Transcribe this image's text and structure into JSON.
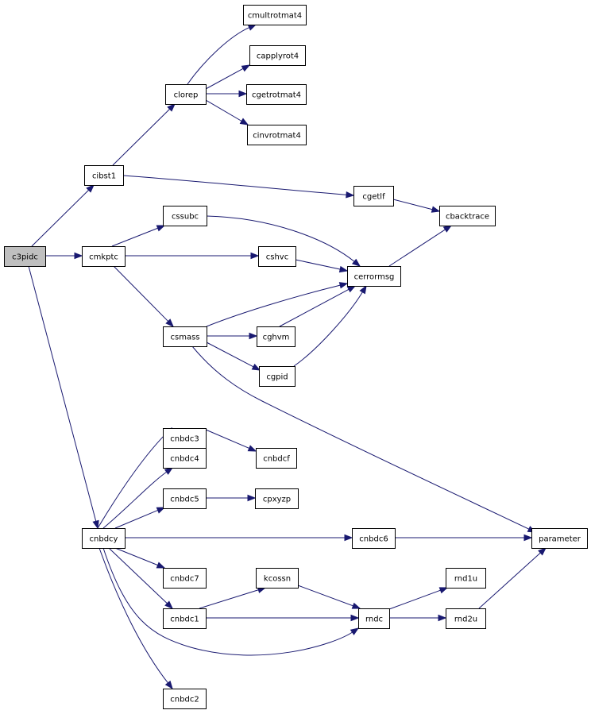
{
  "colors": {
    "edge": "#191970",
    "root_fill": "#bfbfbf",
    "node_fill": "#ffffff",
    "border": "#000000"
  },
  "nodes": [
    {
      "id": "c3pidc",
      "label": "c3pidc",
      "highlight": true
    },
    {
      "id": "cibst1",
      "label": "cibst1"
    },
    {
      "id": "clorep",
      "label": "clorep"
    },
    {
      "id": "cmultrotmat4",
      "label": "cmultrotmat4"
    },
    {
      "id": "capplyrot4",
      "label": "capplyrot4"
    },
    {
      "id": "cgetrotmat4",
      "label": "cgetrotmat4"
    },
    {
      "id": "cinvrotmat4",
      "label": "cinvrotmat4"
    },
    {
      "id": "cgetlf",
      "label": "cgetlf"
    },
    {
      "id": "cbacktrace",
      "label": "cbacktrace"
    },
    {
      "id": "cssubc",
      "label": "cssubc"
    },
    {
      "id": "cmkptc",
      "label": "cmkptc"
    },
    {
      "id": "cshvc",
      "label": "cshvc"
    },
    {
      "id": "cerrormsg",
      "label": "cerrormsg"
    },
    {
      "id": "csmass",
      "label": "csmass"
    },
    {
      "id": "cghvm",
      "label": "cghvm"
    },
    {
      "id": "cgpid",
      "label": "cgpid"
    },
    {
      "id": "cnbdc3",
      "label": "cnbdc3"
    },
    {
      "id": "cnbdcf",
      "label": "cnbdcf"
    },
    {
      "id": "cnbdc4",
      "label": "cnbdc4"
    },
    {
      "id": "cnbdc5",
      "label": "cnbdc5"
    },
    {
      "id": "cpxyzp",
      "label": "cpxyzp"
    },
    {
      "id": "cnbdcy",
      "label": "cnbdcy"
    },
    {
      "id": "cnbdc6",
      "label": "cnbdc6"
    },
    {
      "id": "parameter",
      "label": "parameter"
    },
    {
      "id": "cnbdc7",
      "label": "cnbdc7"
    },
    {
      "id": "kcossn",
      "label": "kcossn"
    },
    {
      "id": "rnd1u",
      "label": "rnd1u"
    },
    {
      "id": "cnbdc1",
      "label": "cnbdc1"
    },
    {
      "id": "rndc",
      "label": "rndc"
    },
    {
      "id": "rnd2u",
      "label": "rnd2u"
    },
    {
      "id": "cnbdc2",
      "label": "cnbdc2"
    }
  ],
  "edges": [
    {
      "from": "c3pidc",
      "to": "cibst1"
    },
    {
      "from": "c3pidc",
      "to": "cmkptc"
    },
    {
      "from": "c3pidc",
      "to": "cnbdcy"
    },
    {
      "from": "cibst1",
      "to": "clorep"
    },
    {
      "from": "cibst1",
      "to": "cgetlf"
    },
    {
      "from": "clorep",
      "to": "cmultrotmat4"
    },
    {
      "from": "clorep",
      "to": "capplyrot4"
    },
    {
      "from": "clorep",
      "to": "cgetrotmat4"
    },
    {
      "from": "clorep",
      "to": "cinvrotmat4"
    },
    {
      "from": "cgetlf",
      "to": "cbacktrace"
    },
    {
      "from": "cerrormsg",
      "to": "cbacktrace"
    },
    {
      "from": "cmkptc",
      "to": "cssubc"
    },
    {
      "from": "cmkptc",
      "to": "cshvc"
    },
    {
      "from": "cmkptc",
      "to": "csmass"
    },
    {
      "from": "cssubc",
      "to": "cerrormsg"
    },
    {
      "from": "cshvc",
      "to": "cerrormsg"
    },
    {
      "from": "csmass",
      "to": "cerrormsg"
    },
    {
      "from": "csmass",
      "to": "cghvm"
    },
    {
      "from": "csmass",
      "to": "cgpid"
    },
    {
      "from": "csmass",
      "to": "parameter"
    },
    {
      "from": "cghvm",
      "to": "cerrormsg"
    },
    {
      "from": "cgpid",
      "to": "cerrormsg"
    },
    {
      "from": "cnbdcy",
      "to": "cnbdc3"
    },
    {
      "from": "cnbdcy",
      "to": "cnbdc4"
    },
    {
      "from": "cnbdcy",
      "to": "cnbdc5"
    },
    {
      "from": "cnbdcy",
      "to": "cnbdc6"
    },
    {
      "from": "cnbdcy",
      "to": "cnbdc7"
    },
    {
      "from": "cnbdcy",
      "to": "cnbdc1"
    },
    {
      "from": "cnbdcy",
      "to": "rndc"
    },
    {
      "from": "cnbdcy",
      "to": "cnbdc2"
    },
    {
      "from": "cnbdc3",
      "to": "cnbdcf"
    },
    {
      "from": "cnbdc5",
      "to": "cpxyzp"
    },
    {
      "from": "cnbdc6",
      "to": "parameter"
    },
    {
      "from": "cnbdc1",
      "to": "kcossn"
    },
    {
      "from": "cnbdc1",
      "to": "rndc"
    },
    {
      "from": "kcossn",
      "to": "rndc"
    },
    {
      "from": "rndc",
      "to": "rnd1u"
    },
    {
      "from": "rndc",
      "to": "rnd2u"
    },
    {
      "from": "rnd2u",
      "to": "parameter"
    }
  ]
}
